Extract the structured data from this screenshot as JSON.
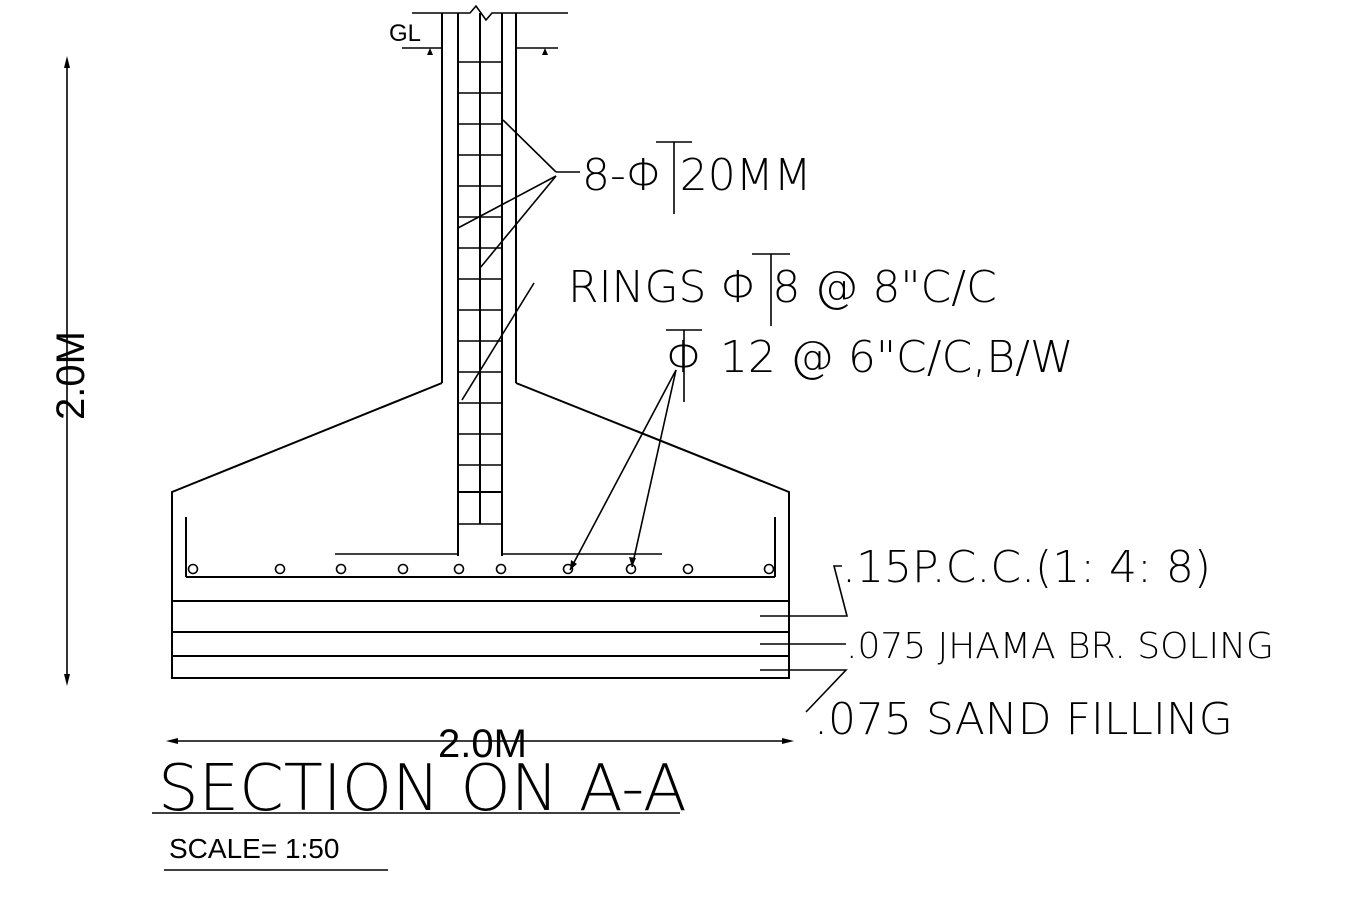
{
  "ground_level": "GL",
  "height_dimension": "2.0M",
  "width_dimension": "2.0M",
  "main_bars": {
    "prefix": "8-",
    "phi": "Φ",
    "suffix": "20MM"
  },
  "rings": {
    "prefix": "RINGS",
    "phi": "Φ",
    "suffix": "8 @ 8\"C/C"
  },
  "base_bars": {
    "phi": "Φ",
    "suffix": "12 @  6\"C/C,B/W"
  },
  "layers": {
    "pcc": ".15P.C.C.(1: 4: 8)",
    "soling": ".075 JHAMA BR. SOLING",
    "sand": ".075 SAND FILLING"
  },
  "title": "SECTION ON A-A",
  "scale": "SCALE= 1:50"
}
